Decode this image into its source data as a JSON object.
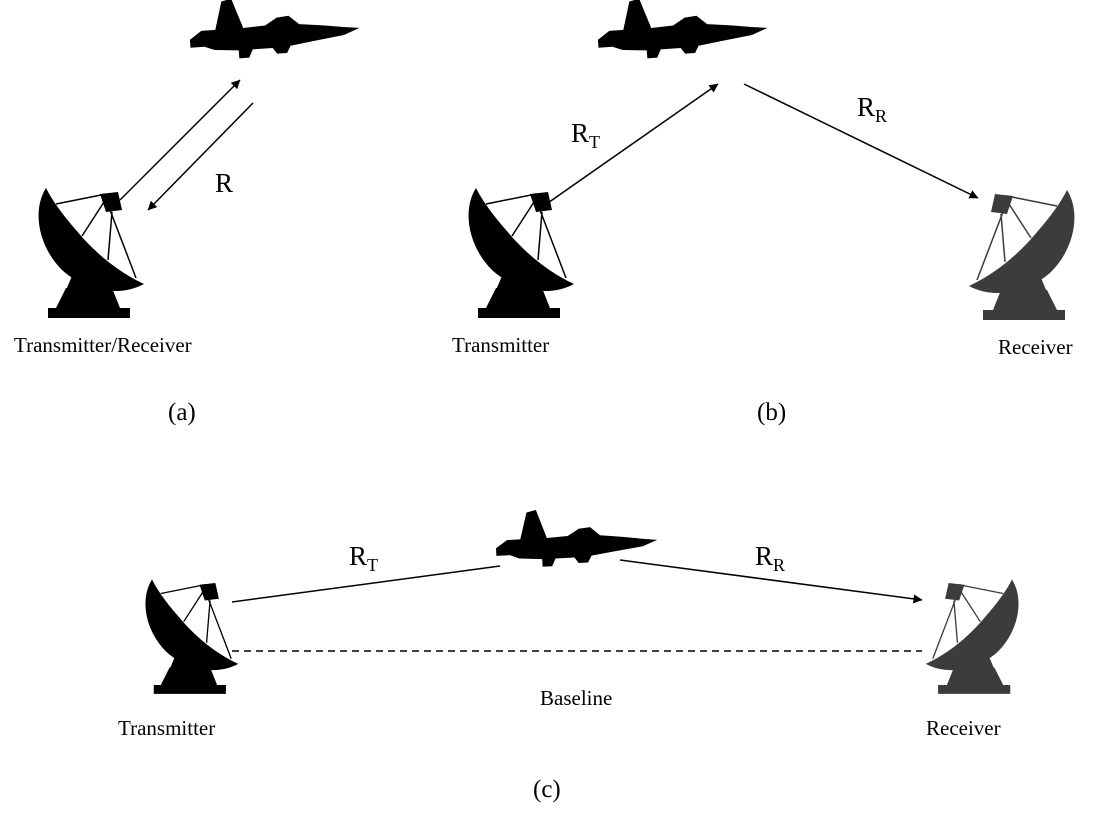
{
  "panels": {
    "a": {
      "caption": "(a)",
      "station_label": "Transmitter/Receiver",
      "range_label": "R"
    },
    "b": {
      "caption": "(b)",
      "transmitter_label": "Transmitter",
      "receiver_label": "Receiver",
      "range_tx": {
        "main": "R",
        "sub": "T"
      },
      "range_rx": {
        "main": "R",
        "sub": "R"
      }
    },
    "c": {
      "caption": "(c)",
      "transmitter_label": "Transmitter",
      "receiver_label": "Receiver",
      "baseline_label": "Baseline",
      "range_tx": {
        "main": "R",
        "sub": "T"
      },
      "range_rx": {
        "main": "R",
        "sub": "R"
      }
    }
  },
  "colors": {
    "transmitter_dish": "#000000",
    "receiver_dish": "#3c3c3c",
    "aircraft": "#000000",
    "line": "#000000"
  },
  "icons": {
    "aircraft": "fighter-jet-icon",
    "antenna": "radar-dish-icon"
  }
}
